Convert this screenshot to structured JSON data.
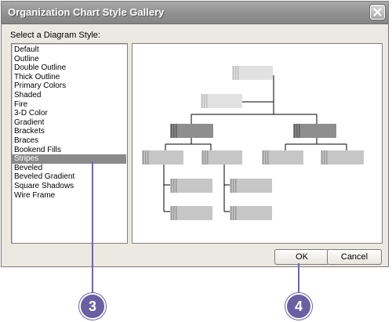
{
  "window": {
    "title": "Organization Chart Style Gallery"
  },
  "prompt_label": "Select a Diagram Style:",
  "styles": [
    "Default",
    "Outline",
    "Double Outline",
    "Thick Outline",
    "Primary Colors",
    "Shaded",
    "Fire",
    "3-D Color",
    "Gradient",
    "Brackets",
    "Braces",
    "Bookend Fills",
    "Stripes",
    "Beveled",
    "Beveled Gradient",
    "Square Shadows",
    "Wire Frame"
  ],
  "selected_style": "Stripes",
  "buttons": {
    "ok": "OK",
    "cancel": "Cancel"
  },
  "callouts": {
    "list": "3",
    "ok": "4"
  },
  "colors": {
    "accent": "#6a5fa0",
    "selection": "#8a8a8a",
    "titlebar": "#8f8f8f"
  }
}
